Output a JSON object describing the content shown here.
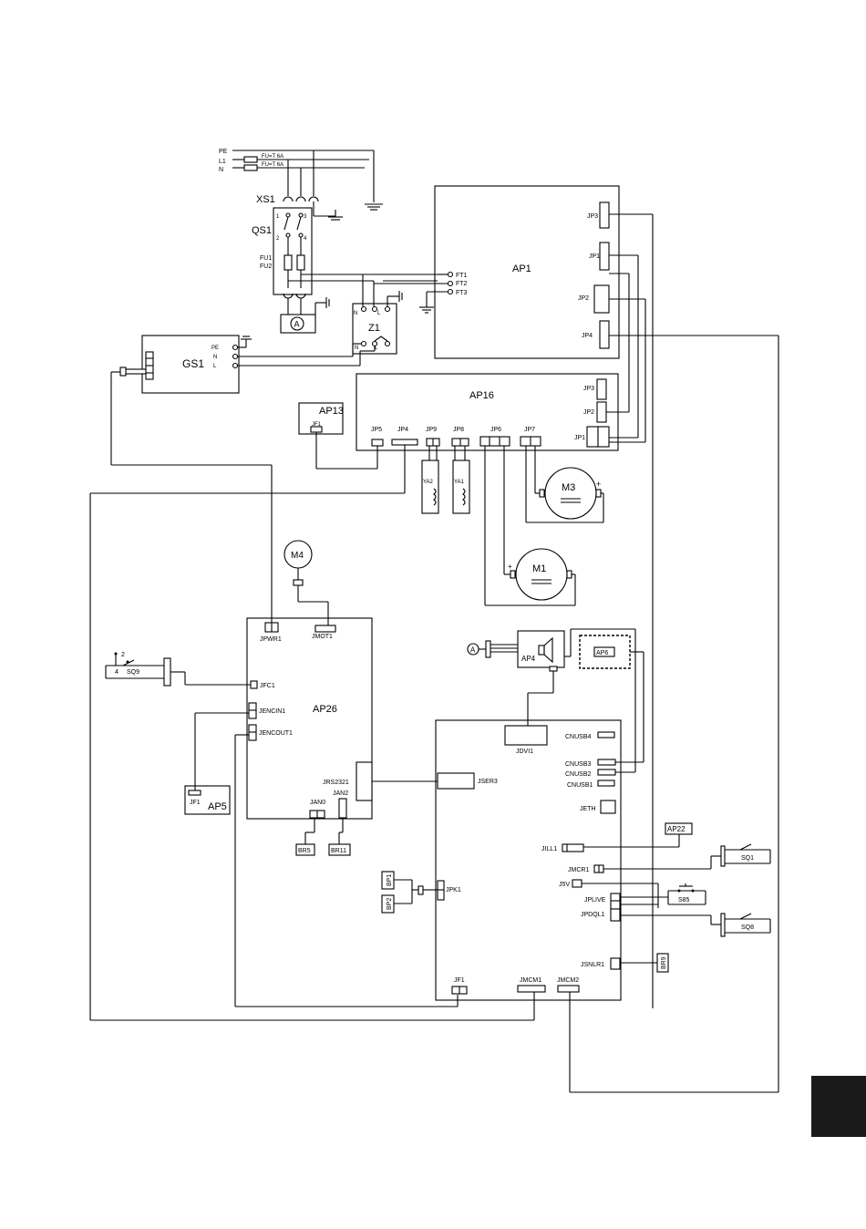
{
  "power": {
    "pe": "PE",
    "l1": "L1",
    "n": "N",
    "fuse1": "FU=T 6A",
    "fuse2": "FU=T 6A",
    "xs1": "XS1",
    "qs1": "QS1",
    "fu1": "FU1",
    "fu2": "FU2",
    "qs1_pin1": "1",
    "qs1_pin2": "2",
    "qs1_pin3": "3",
    "qs1_pin4": "4",
    "ammeter": "A"
  },
  "z1": {
    "label": "Z1",
    "n": "N",
    "l": "L",
    "pe": "⏚",
    "n_out": "N",
    "l_out": "L"
  },
  "gs1": {
    "label": "GS1",
    "pe": "PE",
    "n": "N",
    "l": "L"
  },
  "ap1": {
    "label": "AP1",
    "ft1": "FT1",
    "ft2": "FT2",
    "ft3": "FT3",
    "jp3": "JP3",
    "jp1": "JP1",
    "jp2": "JP2",
    "jp4": "JP4"
  },
  "ap16": {
    "label": "AP16",
    "jp3": "JP3",
    "jp2": "JP2",
    "jp1": "JP1",
    "jp5": "JP5",
    "jp4": "JP4",
    "jp9": "JP9",
    "jp8": "JP8",
    "jp6": "JP6",
    "jp7": "JP7"
  },
  "ap13": {
    "label": "AP13",
    "jf1": "JF1"
  },
  "valves": {
    "ya2": "YA2",
    "ya1": "YA1"
  },
  "motors": {
    "m3": "M3",
    "m1": "M1",
    "m4": "M4",
    "plus": "+"
  },
  "ap26": {
    "label": "AP26",
    "jpwr1": "JPWR1",
    "jmot1": "JMOT1",
    "jfc1": "JFC1",
    "jencin1": "JENCIN1",
    "jencout1": "JENCOUT1",
    "jrs2321": "JRS2321",
    "jan0": "JAN0",
    "jan2": "JAN2"
  },
  "sq9": {
    "label": "SQ9",
    "pin2": "2",
    "pin4": "4"
  },
  "ap5": {
    "label": "AP5",
    "jf1": "JF1"
  },
  "br5": "BR5",
  "br11": "BR11",
  "ap4": {
    "label": "AP4",
    "a": "A"
  },
  "ap6": "AP6",
  "main": {
    "jdvi1": "JDVI1",
    "jser3": "JSER3",
    "cnusb4": "CNUSB4",
    "cnusb3": "CNUSB3",
    "cnusb2": "CNUSB2",
    "cnusb1": "CNUSB1",
    "jeth": "JETH",
    "jill1": "JILL1",
    "jmcr1": "JMCR1",
    "j5v": "J5V",
    "jplive": "JPLIVE",
    "jpdql1": "JPDQL1",
    "jsnlr1": "JSNLR1",
    "jpk1": "JPK1",
    "jf1": "JF1",
    "jmcm1": "JMCM1",
    "jmcm2": "JMCM2"
  },
  "ap22": "AP22",
  "sq1": "SQ1",
  "s85": "S85",
  "sq8": "SQ8",
  "br9": "BR9",
  "bp1": "BP1",
  "bp2": "BP2",
  "colors": {
    "ink": "#000000",
    "paper": "#ffffff"
  }
}
